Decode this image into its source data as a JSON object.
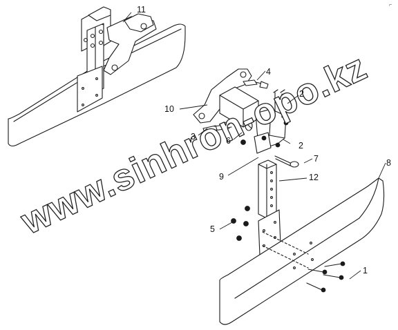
{
  "watermark": "www.sinhron-opo.kz",
  "corner_mark": "⌐",
  "callouts": [
    {
      "id": "c1",
      "label": "1"
    },
    {
      "id": "c2a",
      "label": "2"
    },
    {
      "id": "c2b",
      "label": "2"
    },
    {
      "id": "c3",
      "label": "3"
    },
    {
      "id": "c4",
      "label": "4"
    },
    {
      "id": "c5",
      "label": "5"
    },
    {
      "id": "c6",
      "label": "6"
    },
    {
      "id": "c7",
      "label": "7"
    },
    {
      "id": "c8",
      "label": "8"
    },
    {
      "id": "c9",
      "label": "9"
    },
    {
      "id": "c10",
      "label": "10"
    },
    {
      "id": "c11",
      "label": "11"
    },
    {
      "id": "c12",
      "label": "12"
    }
  ]
}
